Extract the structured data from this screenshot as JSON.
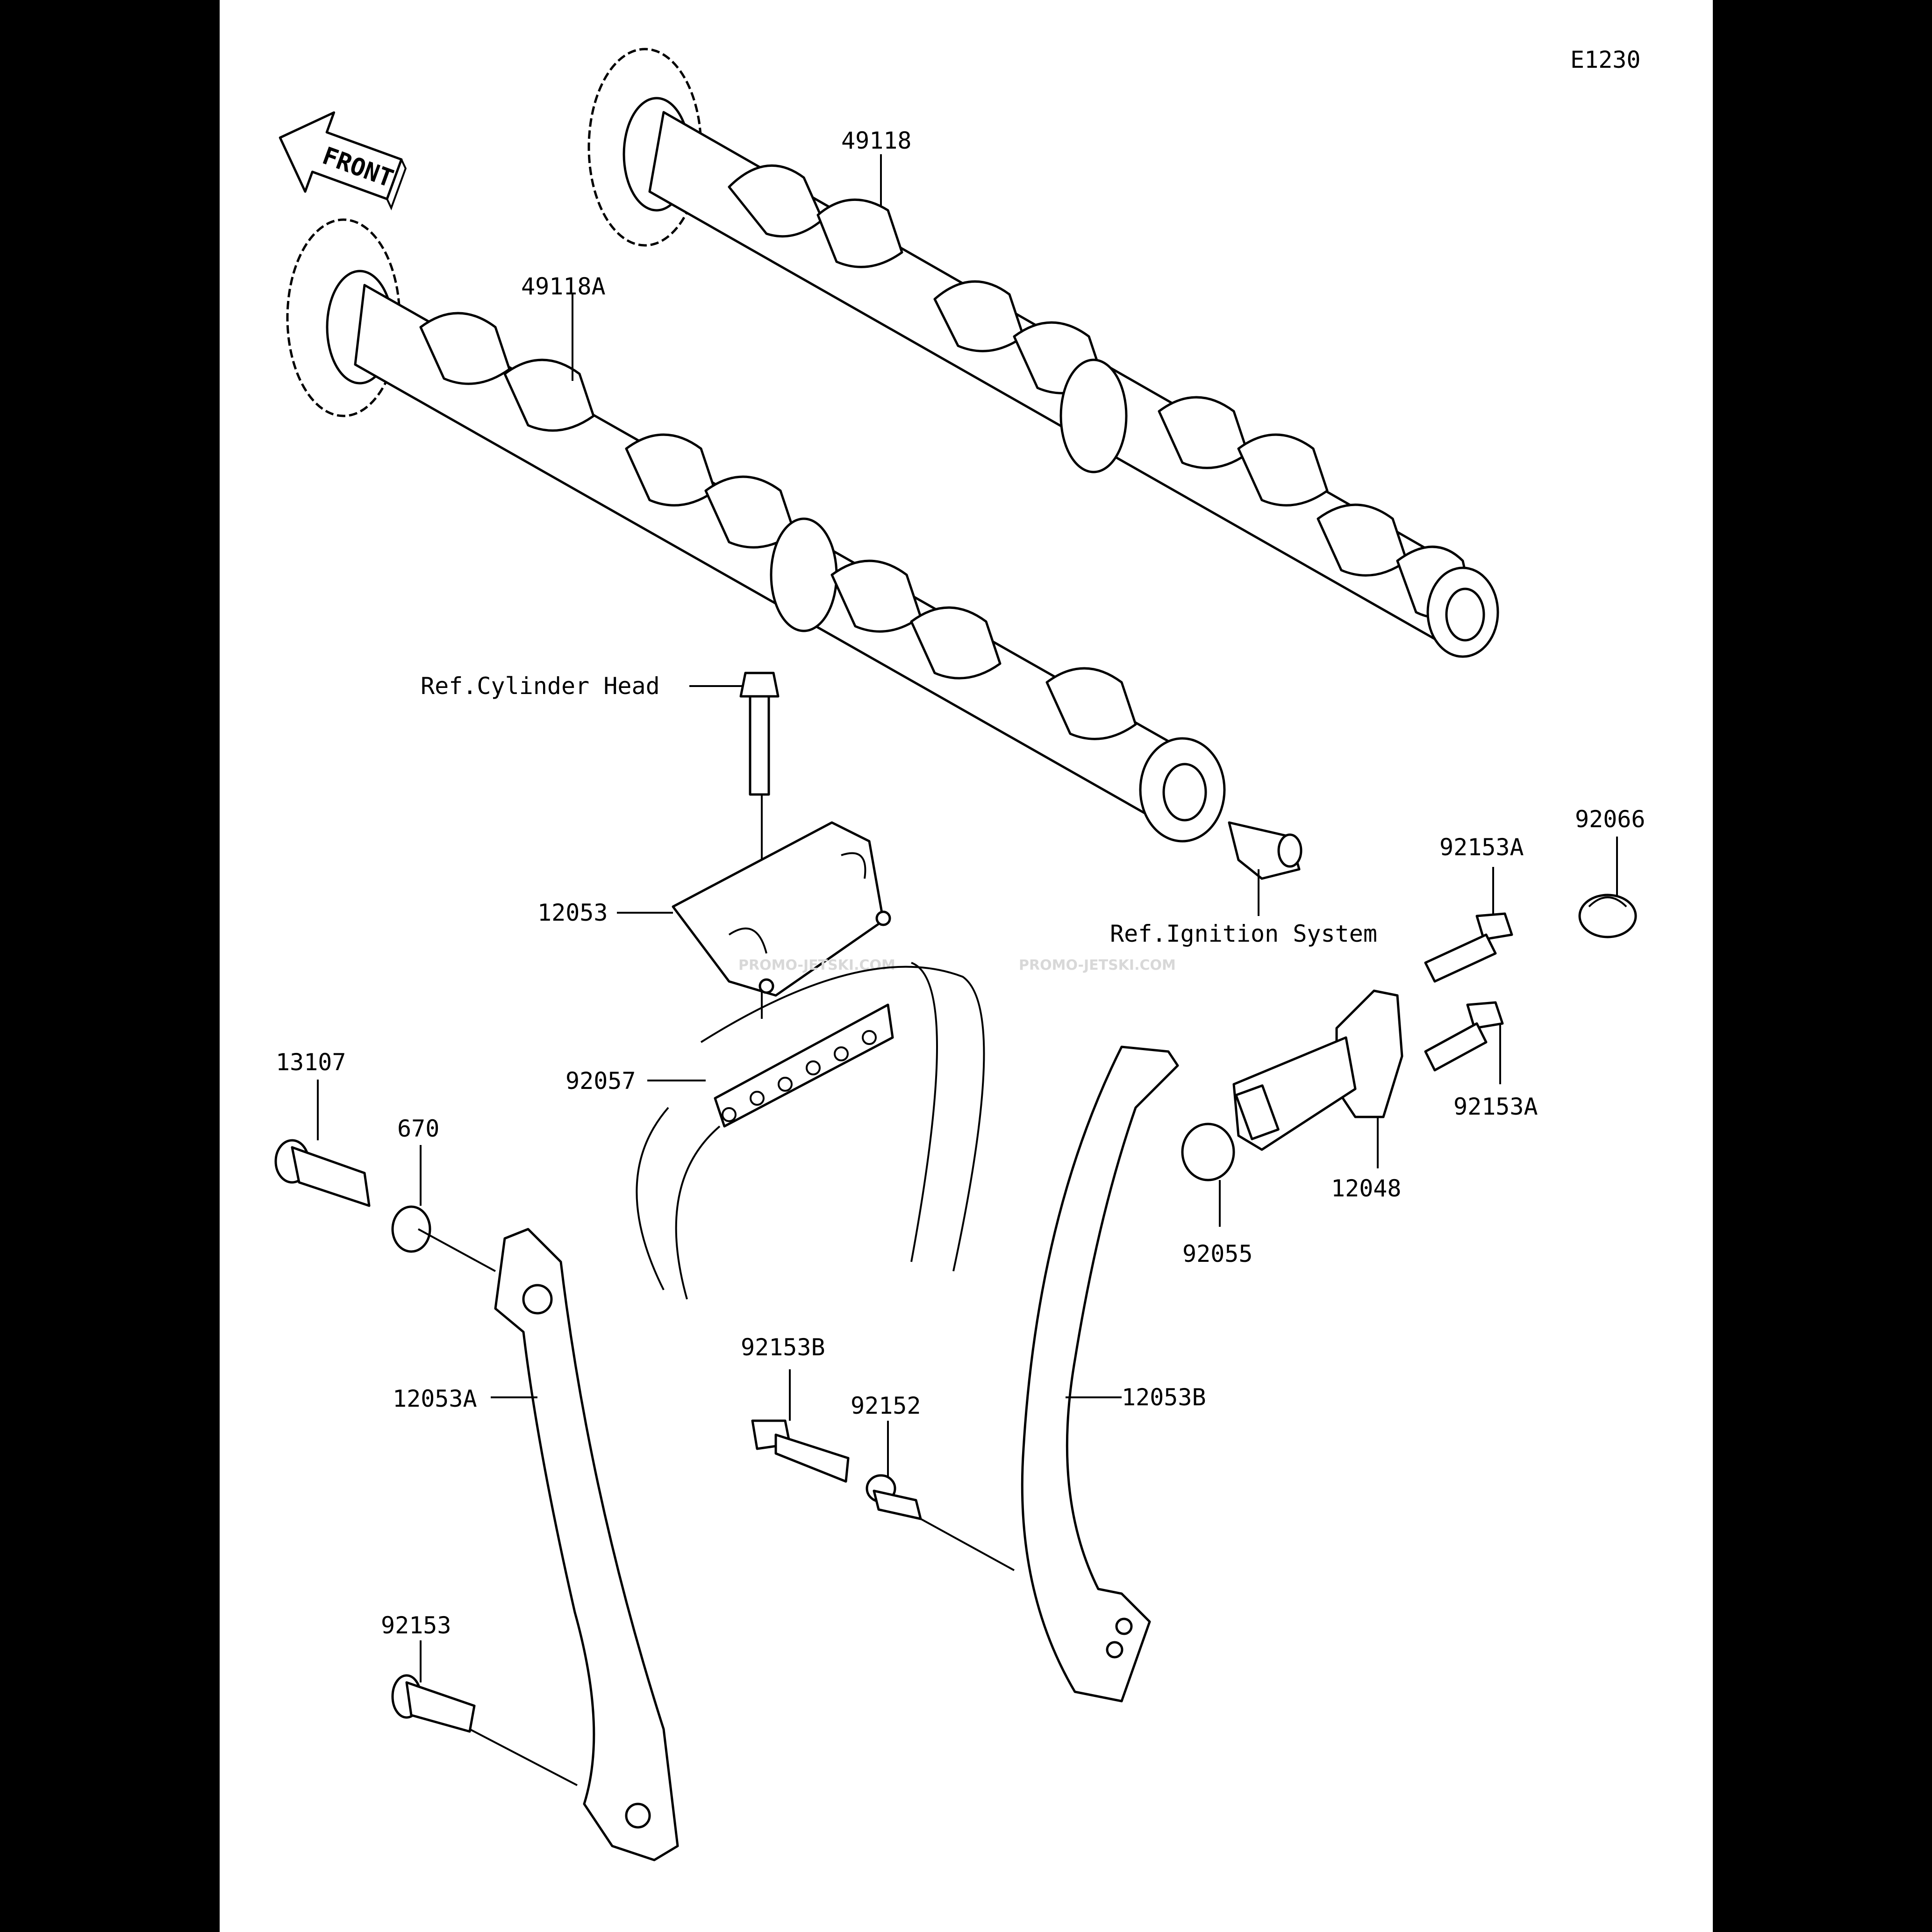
{
  "diagram_code": "E1230",
  "front_arrow_text": "FRONT",
  "watermark": "PROMO-JETSKI.COM",
  "parts": {
    "camshaft_intake": "49118",
    "camshaft_exhaust": "49118A",
    "ref_cylinder_head": "Ref.Cylinder Head",
    "chain_guide_upper": "12053",
    "ref_ignition_system": "Ref.Ignition System",
    "bolt_top_tensioner": "92153A",
    "bolt_bottom_tensioner": "92153A",
    "cap_bolt": "92066",
    "tensioner": "12048",
    "oring_tensioner": "92055",
    "cam_chain": "92057",
    "pin": "13107",
    "oring_pin": "670",
    "chain_guide_rear": "12053A",
    "chain_guide_front": "12053B",
    "flange_bolt": "92153B",
    "collar": "92152",
    "bolt_guide": "92153"
  }
}
